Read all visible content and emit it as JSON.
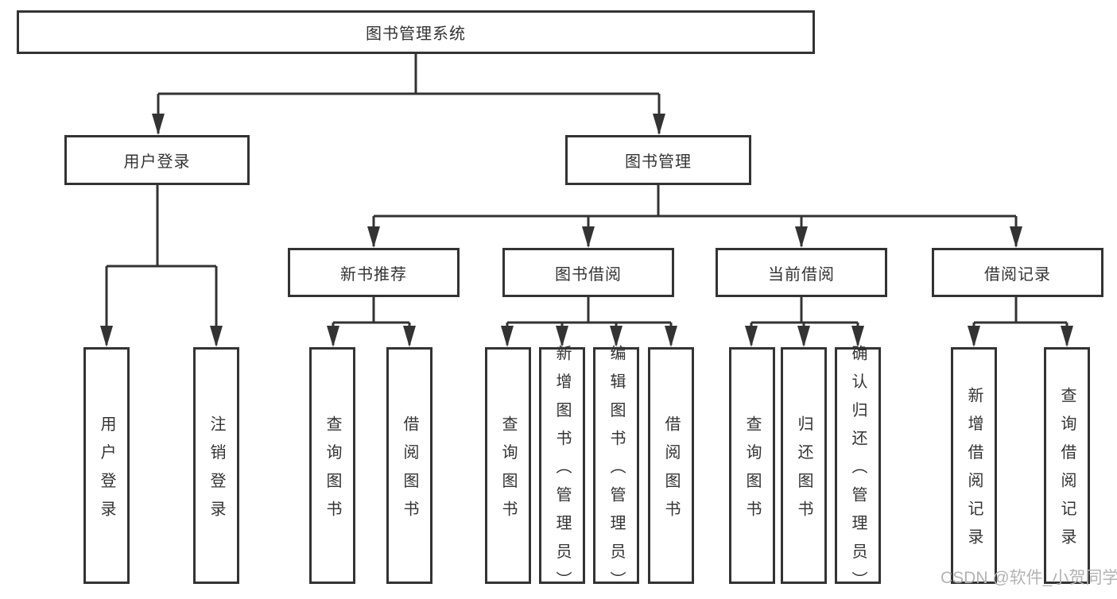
{
  "colors": {
    "line": "#333333",
    "text": "#333333",
    "background": "#ffffff",
    "watermark_text": "#b3b3b3"
  },
  "watermark": {
    "text": "CSDN @软件_小贺同学"
  },
  "tree": {
    "label": "图书管理系统",
    "children": [
      {
        "label": "用户登录",
        "children": [
          {
            "label": "用户登录"
          },
          {
            "label": "注销登录"
          }
        ]
      },
      {
        "label": "图书管理",
        "children": [
          {
            "label": "新书推荐",
            "children": [
              {
                "label": "查询图书"
              },
              {
                "label": "借阅图书"
              }
            ]
          },
          {
            "label": "图书借阅",
            "children": [
              {
                "label": "查询图书"
              },
              {
                "label": "新增图书（管理员）"
              },
              {
                "label": "编辑图书（管理员）"
              },
              {
                "label": "借阅图书"
              }
            ]
          },
          {
            "label": "当前借阅",
            "children": [
              {
                "label": "查询图书"
              },
              {
                "label": "归还图书"
              },
              {
                "label": "确认归还（管理员）"
              }
            ]
          },
          {
            "label": "借阅记录",
            "children": [
              {
                "label": "新增借阅记录"
              },
              {
                "label": "查询借阅记录"
              }
            ]
          }
        ]
      }
    ]
  }
}
